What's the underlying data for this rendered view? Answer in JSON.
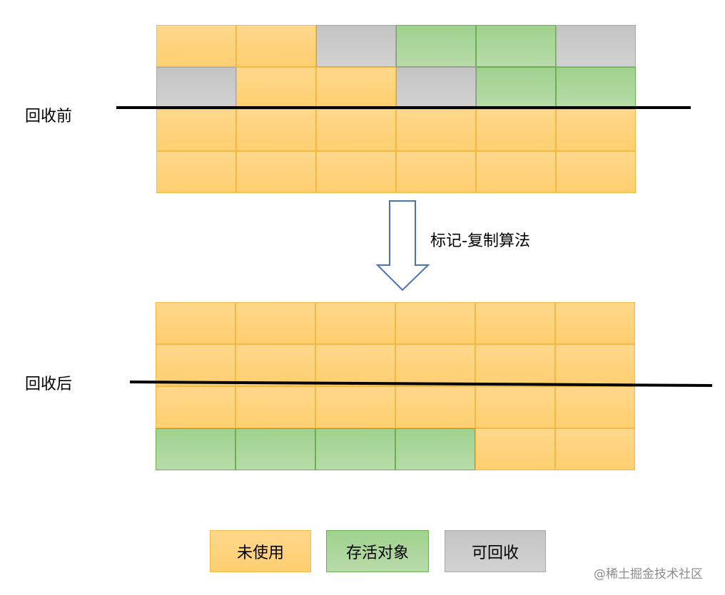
{
  "diagram": {
    "before_label": "回收前",
    "after_label": "回收后",
    "algorithm_label": "标记-复制算法",
    "before_grid": [
      [
        "unused",
        "unused",
        "reclaimable",
        "live",
        "live",
        "reclaimable"
      ],
      [
        "reclaimable",
        "unused",
        "unused",
        "reclaimable",
        "live",
        "live"
      ],
      [
        "unused",
        "unused",
        "unused",
        "unused",
        "unused",
        "unused"
      ],
      [
        "unused",
        "unused",
        "unused",
        "unused",
        "unused",
        "unused"
      ]
    ],
    "after_grid": [
      [
        "unused",
        "unused",
        "unused",
        "unused",
        "unused",
        "unused"
      ],
      [
        "unused",
        "unused",
        "unused",
        "unused",
        "unused",
        "unused"
      ],
      [
        "unused",
        "unused",
        "unused",
        "unused",
        "unused",
        "unused"
      ],
      [
        "live",
        "live",
        "live",
        "live",
        "unused",
        "unused"
      ]
    ]
  },
  "legend": {
    "unused": "未使用",
    "live": "存活对象",
    "reclaimable": "可回收"
  },
  "colors": {
    "unused": "#ffd27a",
    "live": "#a9d59a",
    "reclaimable": "#c9c9c9",
    "arrow_stroke": "#4a72b8"
  },
  "watermark": "@稀土掘金技术社区"
}
